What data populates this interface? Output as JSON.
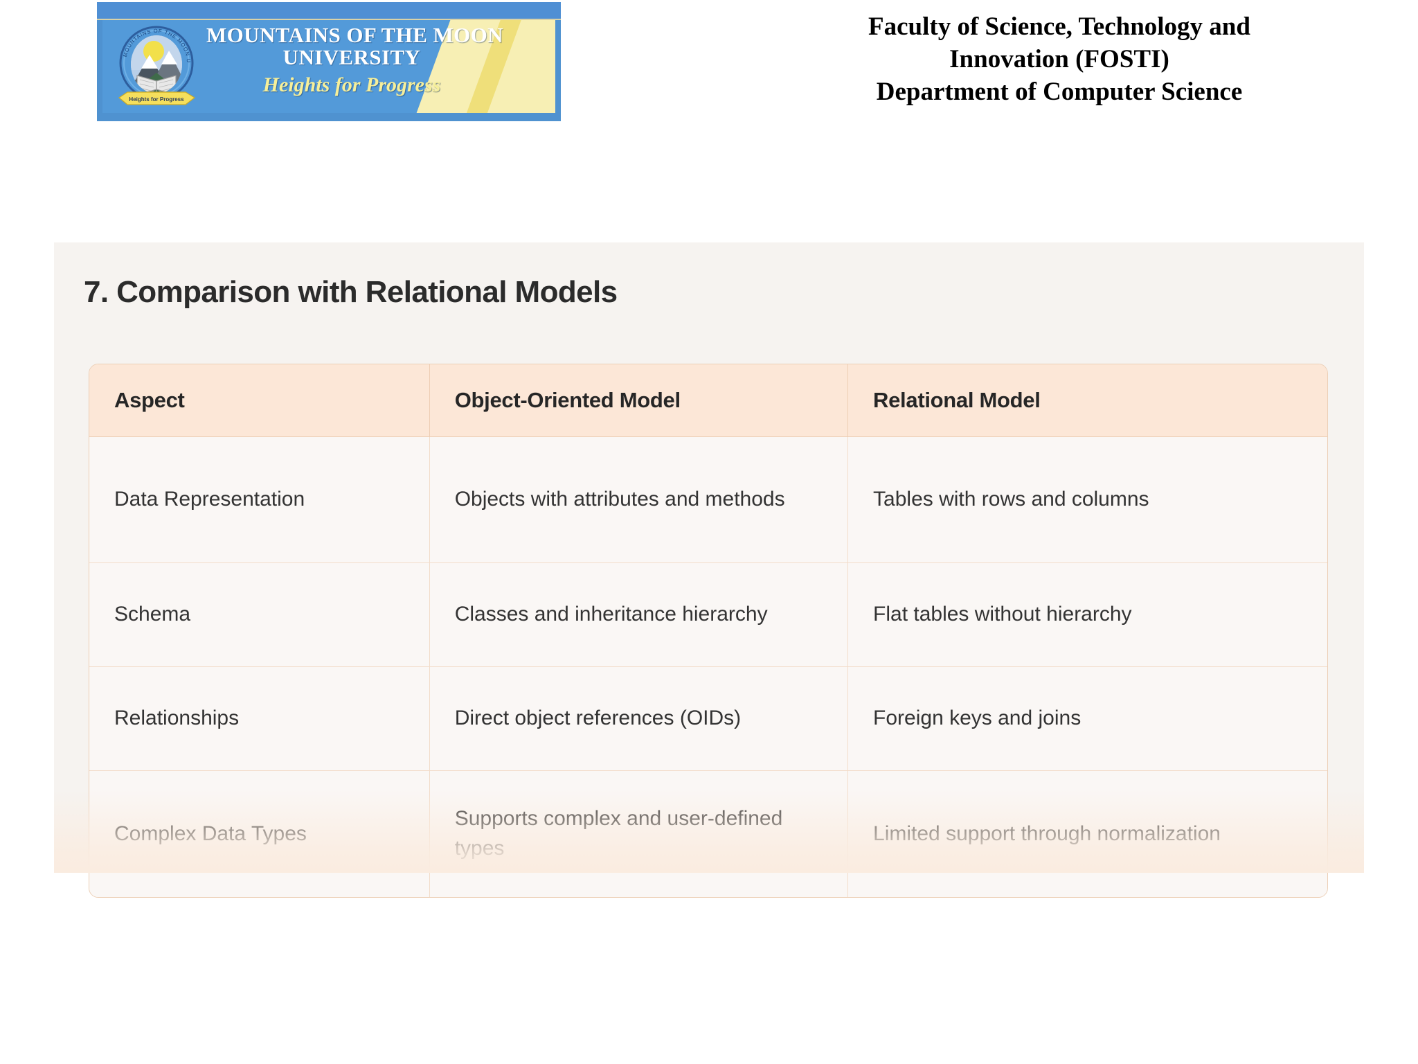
{
  "header": {
    "logo": {
      "name": "mountains-of-the-moon-university-logo",
      "line1": "MOUNTAINS OF THE MOON",
      "line2": "UNIVERSITY",
      "motto": "Heights for Progress",
      "emblem_ribbon_text": "Heights for Progress",
      "emblem_seal_text": "MOUNTAINS OF THE MOON UNIVERSITY",
      "colors": {
        "banner_blue": "#539ad9",
        "swoosh_cream": "#f7efb4",
        "motto_yellow": "#f6ef9a",
        "title_white": "#ffffff"
      }
    },
    "faculty": {
      "line1": "Faculty of Science, Technology and",
      "line2": "Innovation (FOSTI)",
      "line3": "Department of Computer Science"
    }
  },
  "content": {
    "section_title": "7. Comparison with Relational Models",
    "panel_background": "#f6f3f0",
    "table": {
      "header_background": "#fce7d7",
      "border_color": "#eccfb6",
      "columns": [
        "Aspect",
        "Object-Oriented Model",
        "Relational Model"
      ],
      "rows": [
        {
          "aspect": "Data Representation",
          "oo": "Objects with attributes and methods",
          "relational": "Tables with rows and columns"
        },
        {
          "aspect": "Schema",
          "oo": "Classes and inheritance hierarchy",
          "relational": "Flat tables without hierarchy"
        },
        {
          "aspect": "Relationships",
          "oo": "Direct object references (OIDs)",
          "relational": "Foreign keys and joins"
        },
        {
          "aspect": "Complex Data Types",
          "oo": "Supports complex and user-defined types",
          "relational": "Limited support through normalization"
        }
      ]
    }
  }
}
